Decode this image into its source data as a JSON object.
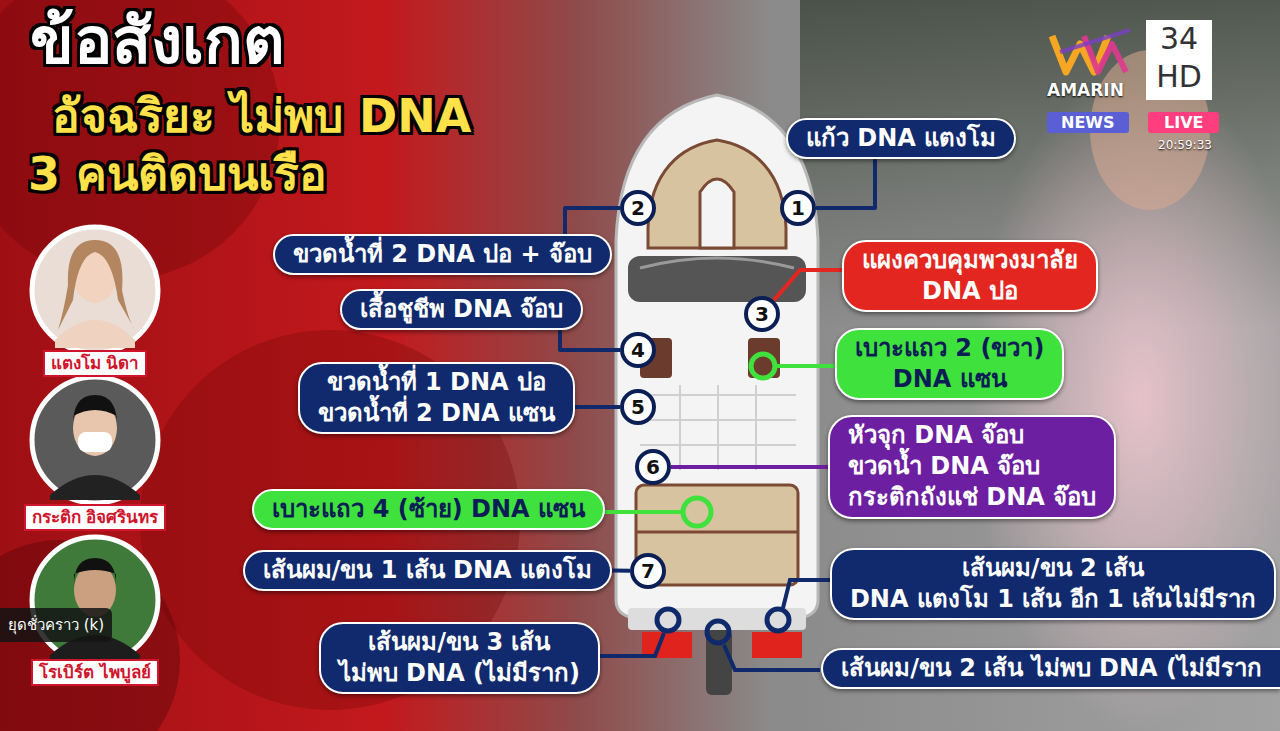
{
  "diagram": {
    "title": "ข้อสังเกต",
    "nodes": [
      {
        "text": [
          "แก้ว DNA แตงโม"
        ]
      },
      {
        "text": [
          "1"
        ]
      },
      {
        "text": [
          "2"
        ]
      },
      {
        "text": [
          "ขวดน้ำที่ 2 DNA ปอ + จ๊อบ"
        ]
      },
      {
        "text": [
          "แผงควบคุมพวงมาลัย",
          "DNA ปอ"
        ]
      },
      {
        "text": [
          "เสื้อชูชีพ DNA จ๊อบ"
        ]
      },
      {
        "text": [
          "3"
        ]
      },
      {
        "text": [
          "4"
        ]
      },
      {
        "text": [
          "เบาะแถว 2 (ขวา)",
          "DNA แซน"
        ]
      },
      {
        "text": [
          "ขวดน้ำที่ 1 DNA ปอ",
          "ขวดน้ำที่ 2 DNA แซน"
        ]
      },
      {
        "text": [
          "5"
        ]
      },
      {
        "text": [
          "หัวจุก DNA จ๊อบ",
          "ขวดน้ำ DNA จ๊อบ",
          "กระติกถังแช่ DNA จ๊อบ"
        ]
      },
      {
        "text": [
          "6"
        ]
      },
      {
        "text": [
          "เบาะแถว 4 (ซ้าย) DNA แซน"
        ]
      },
      {
        "text": [
          "เส้นผม/ขน 1 เส้น DNA แตงโม"
        ]
      },
      {
        "text": [
          "7"
        ]
      },
      {
        "text": [
          "เส้นผม/ขน 2 เส้น",
          "DNA แตงโม 1 เส้น อีก 1 เส้นไม่มีราก"
        ]
      },
      {
        "text": [
          "เส้นผม/ขน 3 เส้น",
          "ไม่พบ DNA (ไม่มีราก)"
        ]
      },
      {
        "text": [
          "เส้นผม/ขน 2 เส้น ไม่พบ DNA (ไม่มีราก"
        ]
      },
      {
        "text": [
          "แตงโม นิดา"
        ]
      },
      {
        "text": [
          "กระติก อิจศรินทร"
        ]
      },
      {
        "text": [
          "โรเบิร์ต ไพบูลย์"
        ]
      }
    ],
    "edges": [
      {
        "from": 0,
        "to": 1,
        "arrow": "none"
      },
      {
        "from": 3,
        "to": 2,
        "arrow": "none"
      },
      {
        "from": 4,
        "to": 6,
        "arrow": "none"
      },
      {
        "from": 5,
        "to": 7,
        "arrow": "none"
      },
      {
        "from": 9,
        "to": 10,
        "arrow": "none"
      },
      {
        "from": 11,
        "to": 12,
        "arrow": "none"
      },
      {
        "from": 14,
        "to": 15,
        "arrow": "none"
      }
    ],
    "labels": [
      "อัจฉริยะ ไม่พบ DNA",
      "3 คนติดบนเรือ",
      "AMARIN",
      "34",
      "HD",
      "NEWS",
      "LIVE",
      "20:59:33",
      "ยุดชั่วคราว (k)"
    ]
  }
}
